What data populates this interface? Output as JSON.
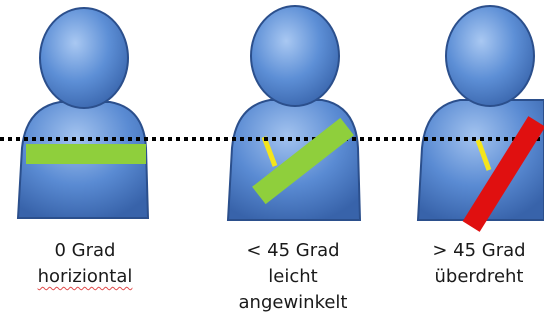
{
  "colors": {
    "figure_fill": "#4e7fca",
    "figure_stroke": "#2b4f8c",
    "correct_strap": "#8fcf3c",
    "wrong_strap": "#e01010",
    "marker": "#f4e51c",
    "reference_line": "#000000"
  },
  "figures": [
    {
      "angle_label": "0 Grad",
      "desc_label": "horiziontal",
      "desc_label_2": "",
      "strap_color": "correct",
      "strap_angle_deg": 0,
      "has_marker": false
    },
    {
      "angle_label": "< 45 Grad",
      "desc_label": "leicht",
      "desc_label_2": "angewinkelt",
      "strap_color": "correct",
      "strap_angle_deg": -38,
      "has_marker": true
    },
    {
      "angle_label": "> 45 Grad",
      "desc_label": "überdreht",
      "desc_label_2": "",
      "strap_color": "wrong",
      "strap_angle_deg": -58,
      "has_marker": true
    }
  ]
}
